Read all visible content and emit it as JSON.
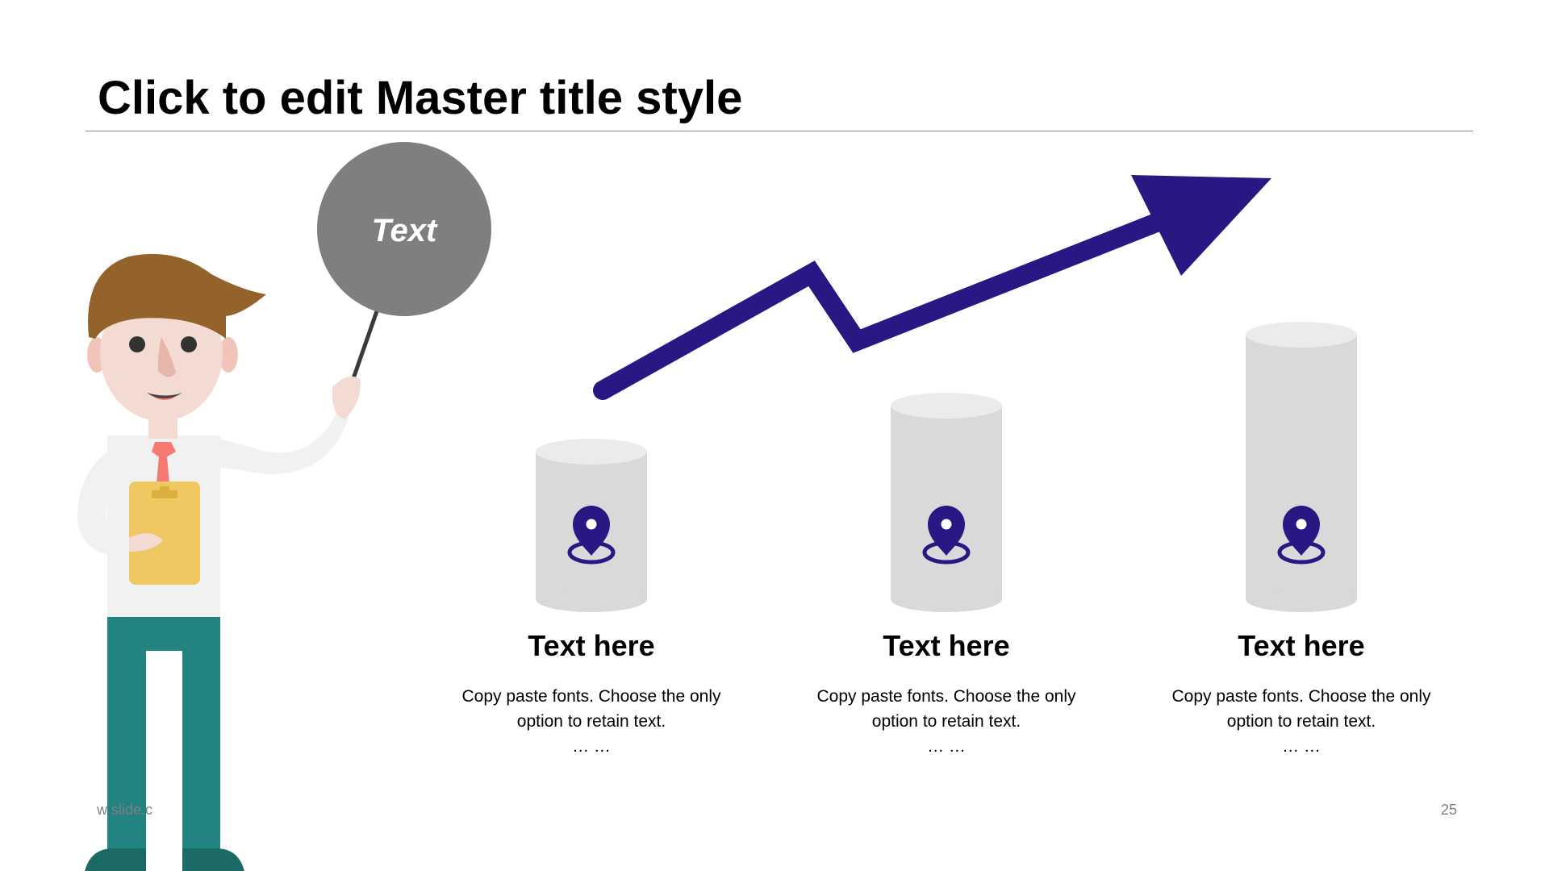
{
  "slide": {
    "title": "Click to edit Master title style",
    "footer_text": "w        slide.c",
    "page_number": "25"
  },
  "bubble": {
    "label": "Text"
  },
  "columns": [
    {
      "heading": "Text here",
      "body_line1": "Copy paste fonts. Choose the only",
      "body_line2": "option to retain text.",
      "ellipsis": "… …",
      "icon": "map-pin-icon"
    },
    {
      "heading": "Text here",
      "body_line1": "Copy paste fonts. Choose the only",
      "body_line2": "option to retain text.",
      "ellipsis": "… …",
      "icon": "map-pin-icon"
    },
    {
      "heading": "Text here",
      "body_line1": "Copy paste fonts. Choose the only",
      "body_line2": "option to retain text.",
      "ellipsis": "… …",
      "icon": "map-pin-icon"
    }
  ],
  "colors": {
    "accent": "#2a1784",
    "cylinder": "#d9d9d9",
    "cylinder_top": "#ebebeb",
    "bubble": "#7f7f7f",
    "pants": "#238380",
    "hair": "#93632b",
    "clipboard": "#efc862"
  }
}
